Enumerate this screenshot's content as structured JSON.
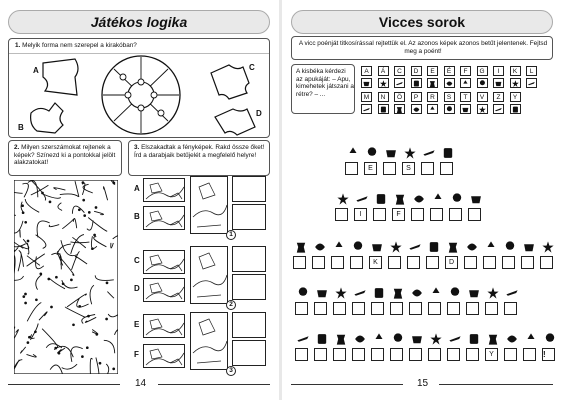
{
  "left_page": {
    "title": "Játékos logika",
    "page_number": "14",
    "task1": {
      "number": "1.",
      "text": "Melyik forma nem szerepel a kirakóban?",
      "options": [
        "A",
        "B",
        "C",
        "D"
      ]
    },
    "task2": {
      "number": "2.",
      "text": "Milyen szerszámokat rejtenek a képek? Színezd ki a pontokkal jelölt alakzatokat!"
    },
    "task3": {
      "number": "3.",
      "text": "Elszakadtak a fényképek. Rakd össze őket! Írd a darabjaik betűjelét a megfelelő helyre!",
      "piece_labels": [
        "A",
        "B",
        "C",
        "D",
        "E",
        "F"
      ],
      "photo_numbers": [
        "1",
        "2",
        "3"
      ]
    }
  },
  "right_page": {
    "title": "Vicces sorok",
    "page_number": "15",
    "instructions": "A vicc poénját titkosírással rejtettük el. Az azonos képek azonos betűt jelentenek. Fejtsd meg a poént!",
    "joke": "A kisbéka kérdezi az apukáját: – Apu, kimehetek játszani a rétre? – ...",
    "key_row1": [
      "A",
      "Á",
      "C",
      "D",
      "E",
      "É",
      "F",
      "G",
      "I",
      "K",
      "L"
    ],
    "key_row2": [
      "M",
      "N",
      "Ö",
      "P",
      "R",
      "S",
      "T",
      "V",
      "Z",
      "Y"
    ],
    "rows": [
      {
        "clues": [
          "",
          "E",
          "",
          "S",
          "",
          ""
        ]
      },
      {
        "clues": [
          "",
          "I",
          "",
          "F",
          "",
          "",
          "",
          ""
        ]
      },
      {
        "clues": [
          "",
          "",
          "",
          "",
          "K",
          "",
          "",
          "",
          "D",
          "",
          "",
          "",
          "",
          ""
        ]
      },
      {
        "clues": [
          "",
          "",
          "",
          "",
          "",
          "",
          "",
          "",
          "",
          "",
          "",
          ""
        ]
      },
      {
        "clues": [
          "",
          "",
          "",
          "",
          "",
          "",
          "",
          "",
          "",
          "",
          "Y",
          "",
          "",
          ""
        ]
      }
    ],
    "ending_mark": "!"
  }
}
